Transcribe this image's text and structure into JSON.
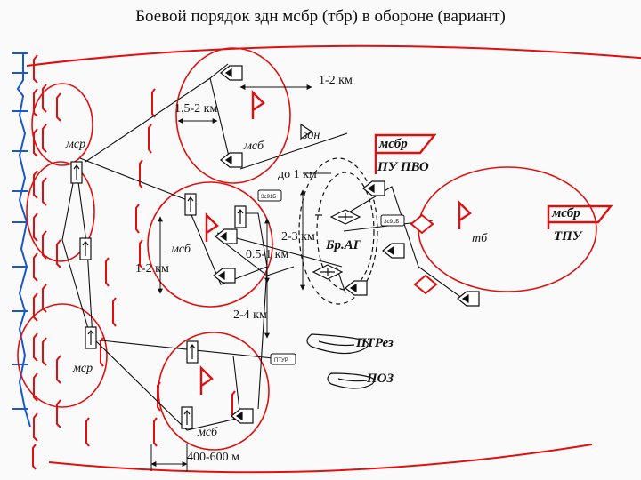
{
  "title": "Боевой порядок здн мсбр (тбр) в обороне (вариант)",
  "labels": {
    "d_1_2km": "1-2 км",
    "d_1_5_2km": "1.5-2 км",
    "msr_top": "мср",
    "msb_top": "мсб",
    "zdn": "здн",
    "msbr_pu": "мсбр",
    "pu_pvo": "ПУ ПВО",
    "do_1km": "до 1 км",
    "msbr_tpu": "мсбр",
    "tpu": "ТПУ",
    "tb": "тб",
    "msb_mid": "мсб",
    "d_1_2km_left": "1-2 км",
    "d_2_3km": "2-3 км",
    "d_0_5_1km": "0.5-1 км",
    "br_ag": "Бр.АГ",
    "d_2_4km": "2-4 км",
    "ptrez": "ПТРез",
    "poz": "ПОЗ",
    "msr_bottom": "мср",
    "msb_bottom": "мсб",
    "d_400_600m": "400-600 м",
    "zsu_a": "Зс91Б",
    "zsu_b": "Зс91Б",
    "ptur": "ПТУР"
  },
  "colors": {
    "front_line": "#1a57c8",
    "positions": "#e01010",
    "symbols": "#111111",
    "background": "#fafafa"
  }
}
